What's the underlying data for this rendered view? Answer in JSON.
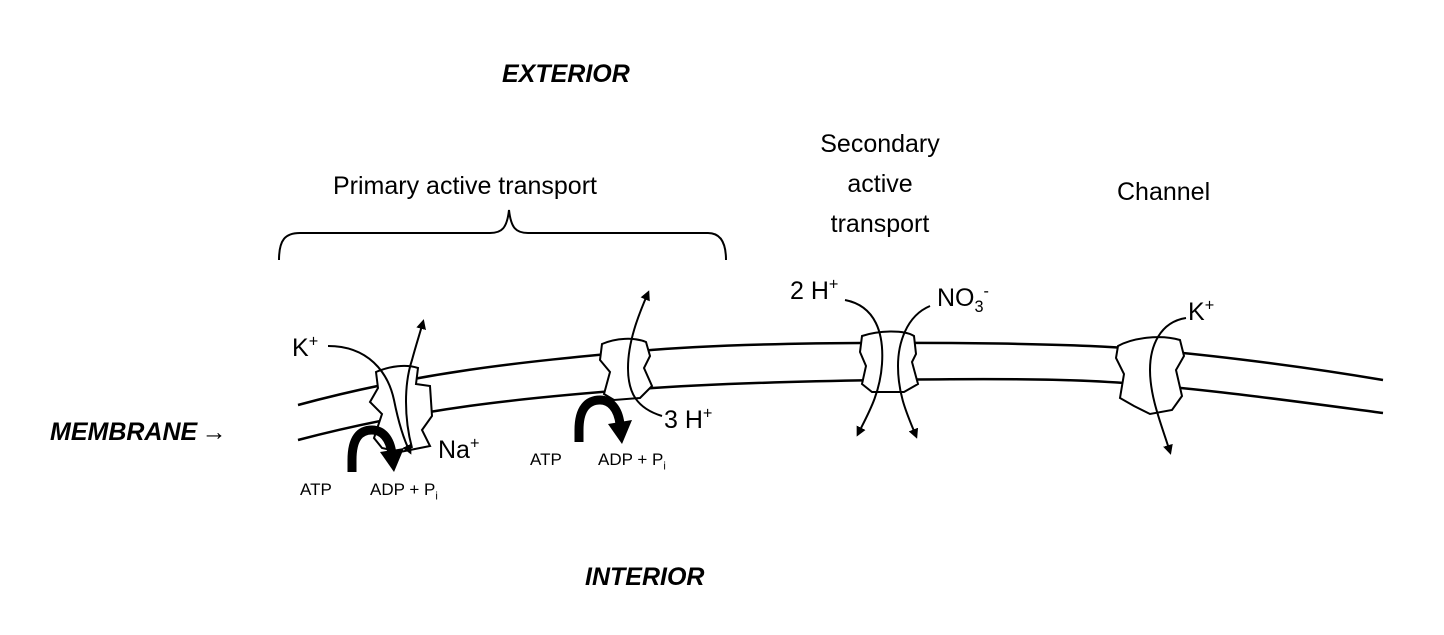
{
  "regions": {
    "exterior": "EXTERIOR",
    "interior": "INTERIOR",
    "membrane": "MEMBRANE"
  },
  "membrane_arrow": "→",
  "sections": {
    "primary": "Primary active transport",
    "secondary_line1": "Secondary",
    "secondary_line2": "active",
    "secondary_line3": "transport",
    "channel": "Channel"
  },
  "ions": {
    "k_left": {
      "base": "K",
      "sup": "+"
    },
    "na": {
      "base": "Na",
      "sup": "+"
    },
    "h3": {
      "base": "3 H",
      "sup": "+"
    },
    "h2": {
      "base": "2 H",
      "sup": "+"
    },
    "no3": {
      "base": "NO",
      "sub": "3",
      "sup": "-"
    },
    "k_right": {
      "base": "K",
      "sup": "+"
    }
  },
  "energy": {
    "atp_1": "ATP",
    "adp_1": {
      "base": "ADP + P",
      "sub": "i"
    },
    "atp_2": "ATP",
    "adp_2": {
      "base": "ADP + P",
      "sub": "i"
    }
  }
}
